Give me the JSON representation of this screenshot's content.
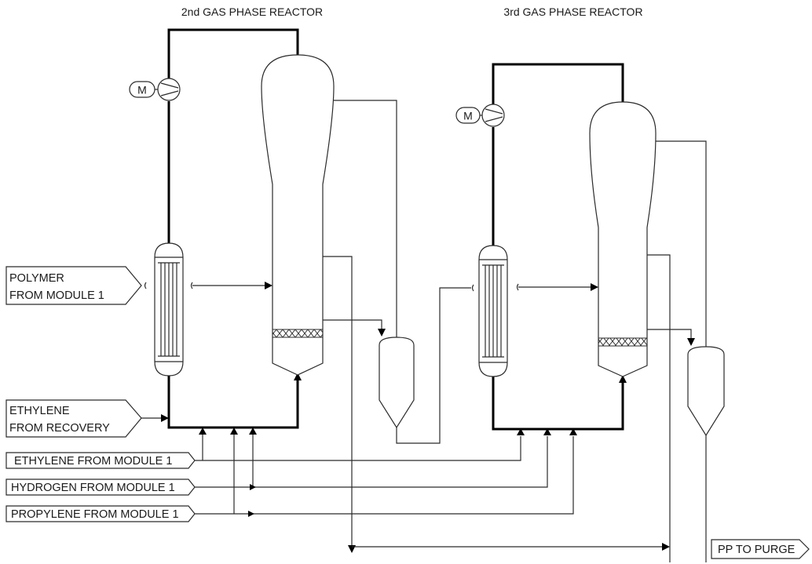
{
  "titles": {
    "reactor2": "2nd GAS PHASE REACTOR",
    "reactor3": "3rd GAS PHASE REACTOR"
  },
  "inputs": {
    "polymer_line1": "POLYMER",
    "polymer_line2": "FROM MODULE 1",
    "ethylene_rec_line1": "ETHYLENE",
    "ethylene_rec_line2": "FROM RECOVERY",
    "ethylene_mod1": "ETHYLENE FROM MODULE 1",
    "hydrogen_mod1": "HYDROGEN FROM MODULE 1",
    "propylene_mod1": "PROPYLENE FROM MODULE 1"
  },
  "outputs": {
    "pp_to_purge": "PP TO PURGE"
  },
  "motor_symbol": "M"
}
